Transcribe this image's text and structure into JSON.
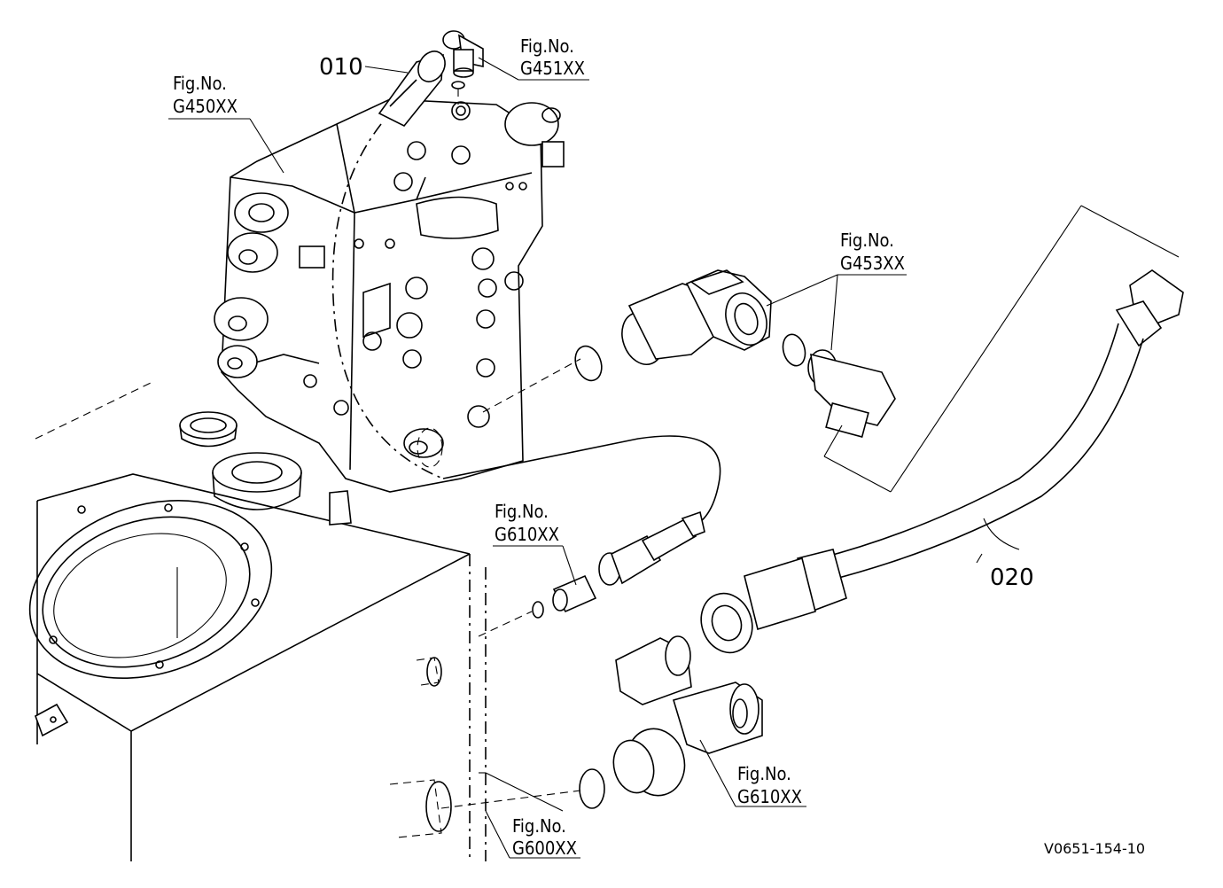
{
  "callouts": {
    "part_010": "010",
    "part_020": "020",
    "fig_g450": {
      "line1": "Fig.No.",
      "line2": "G450XX"
    },
    "fig_g451": {
      "line1": "Fig.No.",
      "line2": "G451XX"
    },
    "fig_g453": {
      "line1": "Fig.No.",
      "line2": "G453XX"
    },
    "fig_g610_top": {
      "line1": "Fig.No.",
      "line2": "G610XX"
    },
    "fig_g610_bottom": {
      "line1": "Fig.No.",
      "line2": "G610XX"
    },
    "fig_g600": {
      "line1": "Fig.No.",
      "line2": "G600XX"
    }
  },
  "drawing_ref": "V0651-154-10"
}
